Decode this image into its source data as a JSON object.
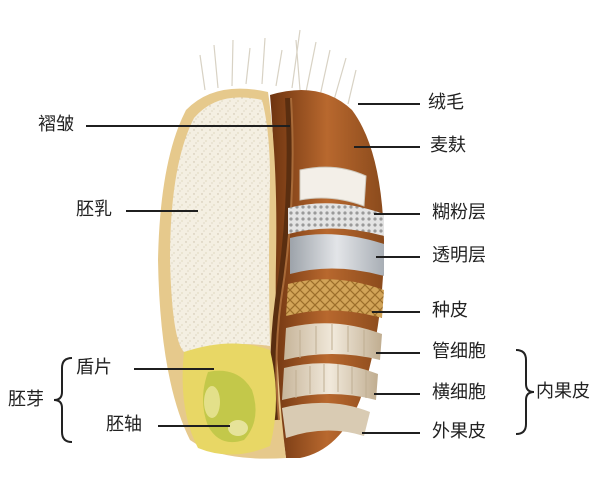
{
  "labels": {
    "wrinkle": "褶皱",
    "hair": "绒毛",
    "bran": "麦麸",
    "endosperm": "胚乳",
    "aleurone": "糊粉层",
    "hyaline": "透明层",
    "seed_coat": "种皮",
    "scutellum": "盾片",
    "embryo": "胚芽",
    "tube_cells": "管细胞",
    "cross_cells": "横细胞",
    "pericarp": "内果皮",
    "embryo_axis": "胚轴",
    "outer_pericarp": "外果皮"
  },
  "colors": {
    "bran_outer": "#8b4a1e",
    "bran_inner": "#b86a34",
    "endosperm_fill": "#f4efe2",
    "aleurone_fill": "#dedede",
    "hyaline_fill": "#b9bdc2",
    "seed_coat_fill": "#c99a4a",
    "embryo_outer": "#e5d45c",
    "embryo_inner": "#c3c84a",
    "leader": "#1f1f1f"
  }
}
